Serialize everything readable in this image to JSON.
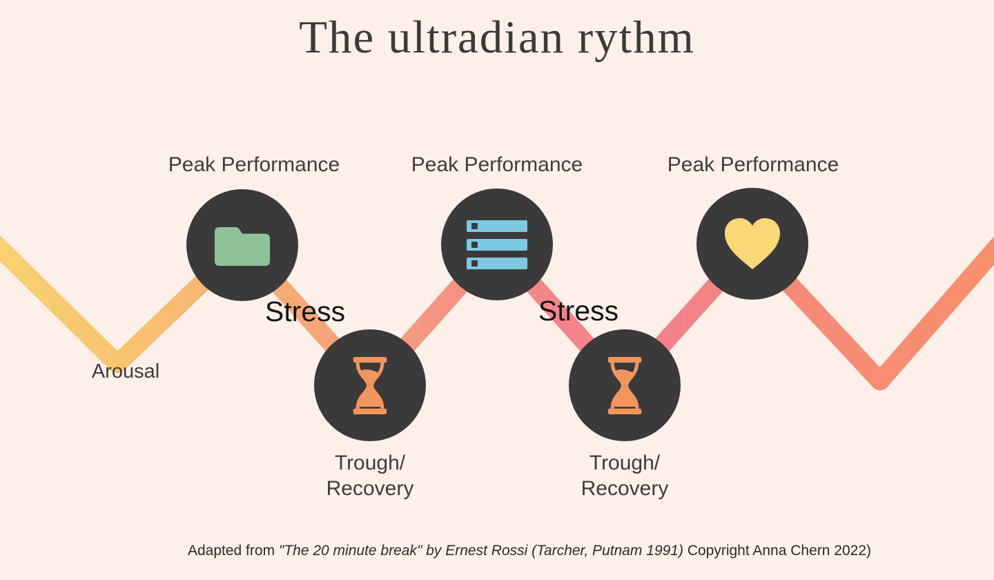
{
  "title": "The ultradian rythm",
  "arousal_label": "Arousal",
  "stress_labels": [
    "Stress",
    "Stress"
  ],
  "peaks": [
    {
      "label": "Peak Performance",
      "icon": "folder-icon"
    },
    {
      "label": "Peak Performance",
      "icon": "server-stack-icon"
    },
    {
      "label": "Peak Performance",
      "icon": "heart-icon"
    }
  ],
  "troughs": [
    {
      "line1": "Trough/",
      "line2": "Recovery",
      "icon": "hourglass-icon"
    },
    {
      "line1": "Trough/",
      "line2": "Recovery",
      "icon": "hourglass-icon"
    }
  ],
  "footer": {
    "prefix": "Adapted from ",
    "citation_italic": "\"The 20 minute break\" by Ernest Rossi (Tarcher, Putnam 1991)",
    "suffix": " Copyright Anna Chern 2022)"
  },
  "colors": {
    "bg": "#fdf0e9",
    "circle": "#3a3a3a",
    "folder": "#90c29a",
    "serverBar": "#7ec8e3",
    "serverNotch": "#3a3a3a",
    "heart": "#f9d878",
    "hourglass": "#f2965e",
    "title": "#3b3a39",
    "label": "#3e3c3b",
    "stress": "#141414",
    "footer": "#2b2a28",
    "wave": [
      "#f9d173",
      "#f8c470",
      "#f6b073",
      "#f59e7d",
      "#f48589",
      "#f3818a",
      "#f68c76",
      "#f88e6c"
    ]
  }
}
